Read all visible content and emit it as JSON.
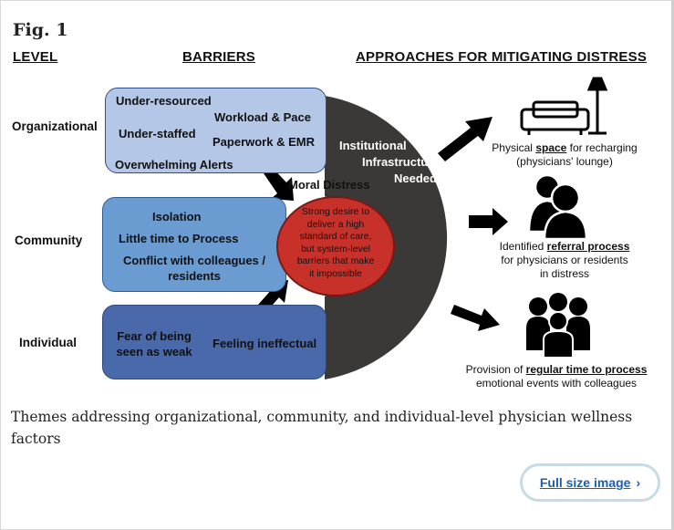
{
  "figure": {
    "title": "Fig. 1",
    "caption": "Themes addressing organizational, community, and individual-level physician wellness factors",
    "full_size_link": "Full size image"
  },
  "headers": {
    "level": "LEVEL",
    "barriers": "BARRIERS",
    "approaches": "APPROACHES FOR MITIGATING DISTRESS"
  },
  "levels": {
    "organizational": "Organizational",
    "community": "Community",
    "individual": "Individual"
  },
  "barriers": {
    "organizational": {
      "under_resourced": "Under-resourced",
      "workload": "Workload & Pace",
      "under_staffed": "Under-staffed",
      "paperwork": "Paperwork & EMR",
      "alerts": "Overwhelming Alerts"
    },
    "community": {
      "isolation": "Isolation",
      "little_time": "Little time to Process",
      "conflict_1": "Conflict with colleagues /",
      "conflict_2": "residents"
    },
    "individual": {
      "fear_1": "Fear of being",
      "fear_2": "seen as weak",
      "ineffectual": "Feeling ineffectual"
    }
  },
  "infrastructure": {
    "line1": "Institutional",
    "line2": "Infrastructure",
    "line3": "Needed"
  },
  "moral_distress": {
    "title": "Moral Distress",
    "lines": [
      "Strong desire to",
      "deliver a high",
      "standard of care,",
      "but system-level",
      "barriers that make",
      "it impossible"
    ]
  },
  "approaches": {
    "space": {
      "pre": "Physical ",
      "bold": "space",
      "post": " for recharging",
      "line2": "(physicians' lounge)",
      "icon": "couch-lamp-icon"
    },
    "referral": {
      "pre": "Identified ",
      "bold": "referral process",
      "line2": "for physicians or residents",
      "line3": "in distress",
      "icon": "two-people-icon"
    },
    "time": {
      "pre": "Provision of ",
      "bold": "regular time to process",
      "line2": "emotional events with colleagues",
      "icon": "group-people-icon"
    }
  },
  "colors": {
    "org_box": "#b4c7e7",
    "community_box": "#6a9bd1",
    "individual_box": "#4a69aa",
    "ring": "#3b3838",
    "moral_circle": "#c8312a",
    "arrow": "#000000"
  }
}
